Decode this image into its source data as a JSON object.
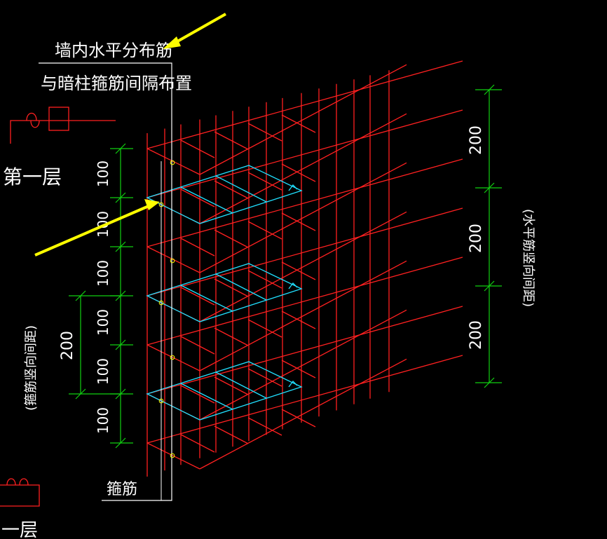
{
  "labels": {
    "title_line1": "墙内水平分布筋",
    "title_line2": "与暗柱箍筋间隔布置",
    "floor_top": "第一层",
    "floor_bottom": "一层",
    "stirrup": "箍筋",
    "stirrup_spacing": "(箍筋竖向间距)",
    "horizontal_spacing": "(水平筋竖向间距)"
  },
  "left_dims": [
    "100",
    "100",
    "100",
    "100",
    "100",
    "100"
  ],
  "left_group_dim": "200",
  "right_dims": [
    "200",
    "200",
    "200"
  ],
  "colors": {
    "rebar": "#ff2020",
    "stirrup": "#20e0ff",
    "dimension": "#10d010",
    "arrow": "#ffff00",
    "text": "#ffffff",
    "background": "#000000"
  }
}
